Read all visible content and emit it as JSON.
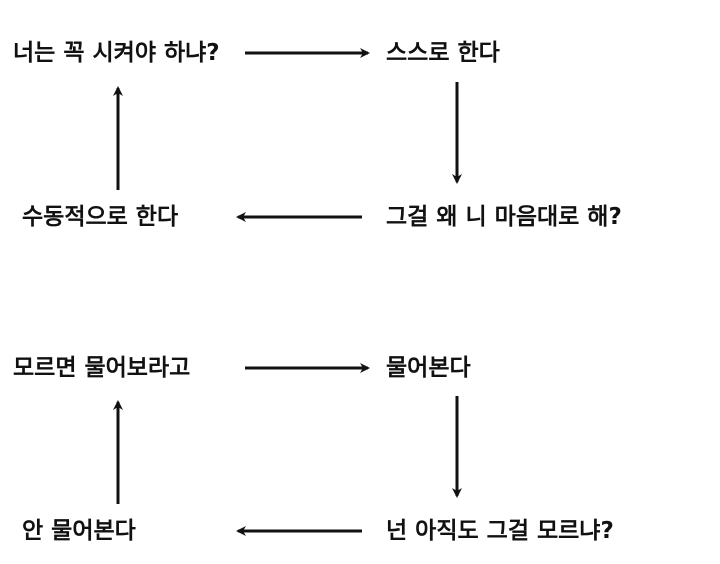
{
  "cycle_top": {
    "must_be_told": "너는 꼭 시켜야 하냐?",
    "does_by_self": "스스로 한다",
    "why_do_as_you_please": "그걸 왜 니 마음대로 해?",
    "does_passively": "수동적으로 한다"
  },
  "cycle_bottom": {
    "ask_if_you_dont_know": "모르면 물어보라고",
    "asks": "물어본다",
    "you_still_dont_know": "넌 아직도 그걸 모르냐?",
    "doesnt_ask": "안 물어본다"
  },
  "colors": {
    "text": "#111111",
    "arrow": "#111111",
    "background": "#ffffff"
  }
}
